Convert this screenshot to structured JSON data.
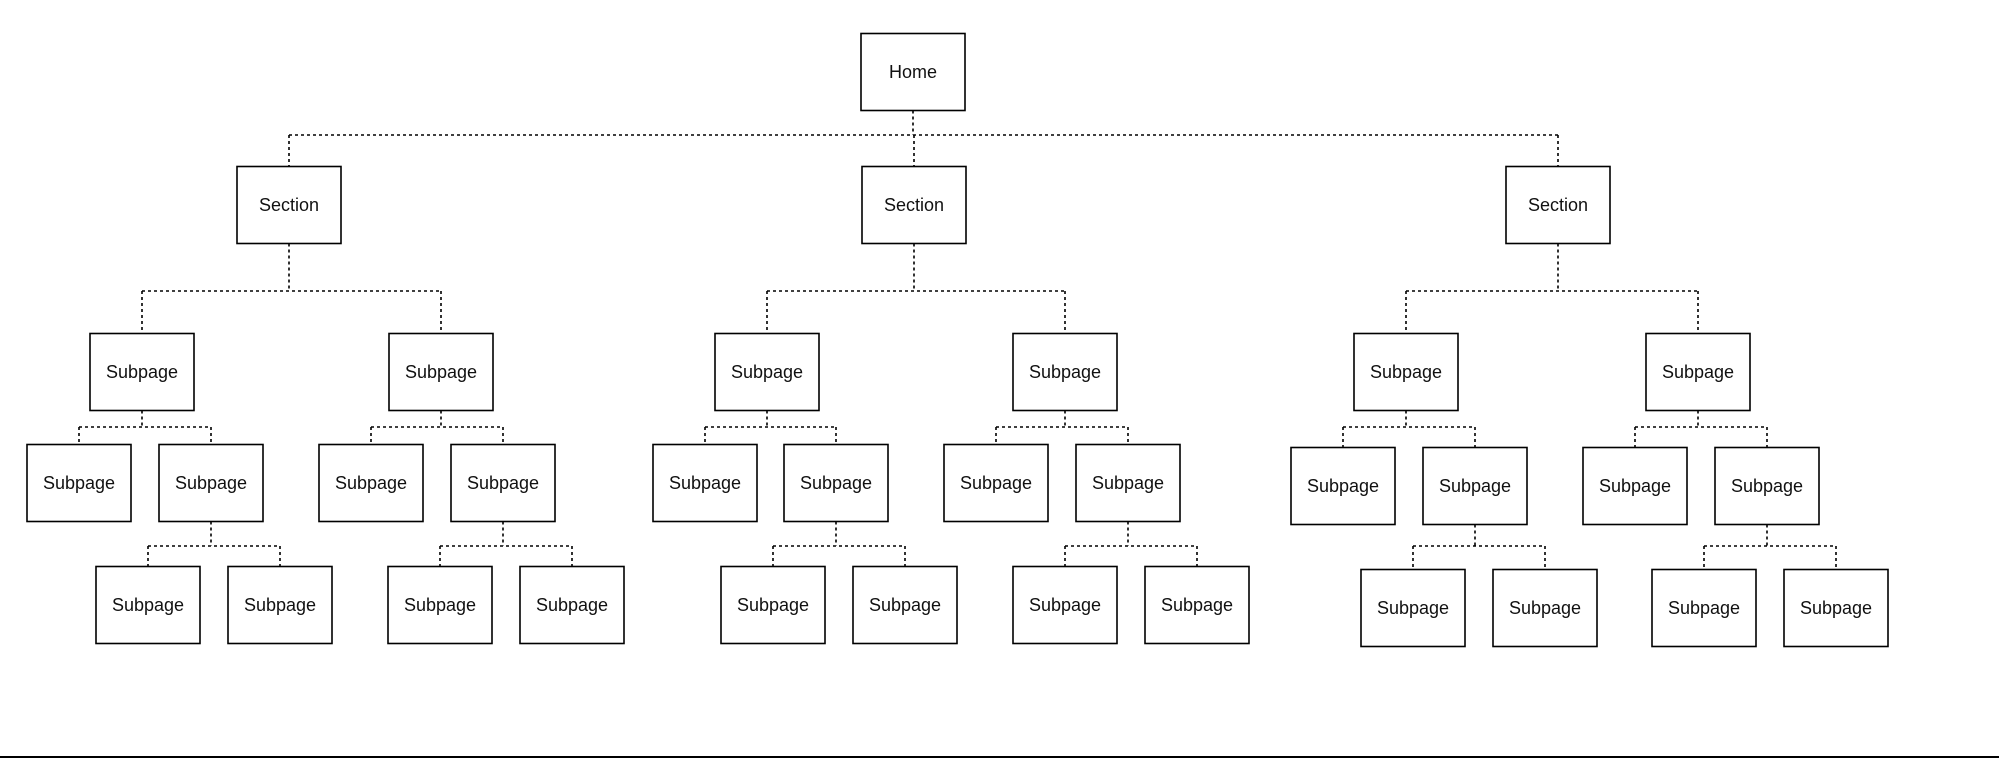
{
  "sitemap": {
    "label": "Home",
    "children": [
      {
        "label": "Section",
        "children": [
          {
            "label": "Subpage",
            "children": [
              {
                "label": "Subpage"
              },
              {
                "label": "Subpage",
                "children": [
                  {
                    "label": "Subpage"
                  },
                  {
                    "label": "Subpage"
                  }
                ]
              }
            ]
          },
          {
            "label": "Subpage",
            "children": [
              {
                "label": "Subpage"
              },
              {
                "label": "Subpage",
                "children": [
                  {
                    "label": "Subpage"
                  },
                  {
                    "label": "Subpage"
                  }
                ]
              }
            ]
          }
        ]
      },
      {
        "label": "Section",
        "children": [
          {
            "label": "Subpage",
            "children": [
              {
                "label": "Subpage"
              },
              {
                "label": "Subpage",
                "children": [
                  {
                    "label": "Subpage"
                  },
                  {
                    "label": "Subpage"
                  }
                ]
              }
            ]
          },
          {
            "label": "Subpage",
            "children": [
              {
                "label": "Subpage"
              },
              {
                "label": "Subpage",
                "children": [
                  {
                    "label": "Subpage"
                  },
                  {
                    "label": "Subpage"
                  }
                ]
              }
            ]
          }
        ]
      },
      {
        "label": "Section",
        "children": [
          {
            "label": "Subpage",
            "children": [
              {
                "label": "Subpage"
              },
              {
                "label": "Subpage",
                "children": [
                  {
                    "label": "Subpage"
                  },
                  {
                    "label": "Subpage"
                  }
                ]
              }
            ]
          },
          {
            "label": "Subpage",
            "children": [
              {
                "label": "Subpage"
              },
              {
                "label": "Subpage",
                "children": [
                  {
                    "label": "Subpage"
                  },
                  {
                    "label": "Subpage"
                  }
                ]
              }
            ]
          }
        ]
      }
    ]
  },
  "colors": {
    "line": "#000000",
    "box_fill": "#ffffff",
    "text": "#111111"
  }
}
